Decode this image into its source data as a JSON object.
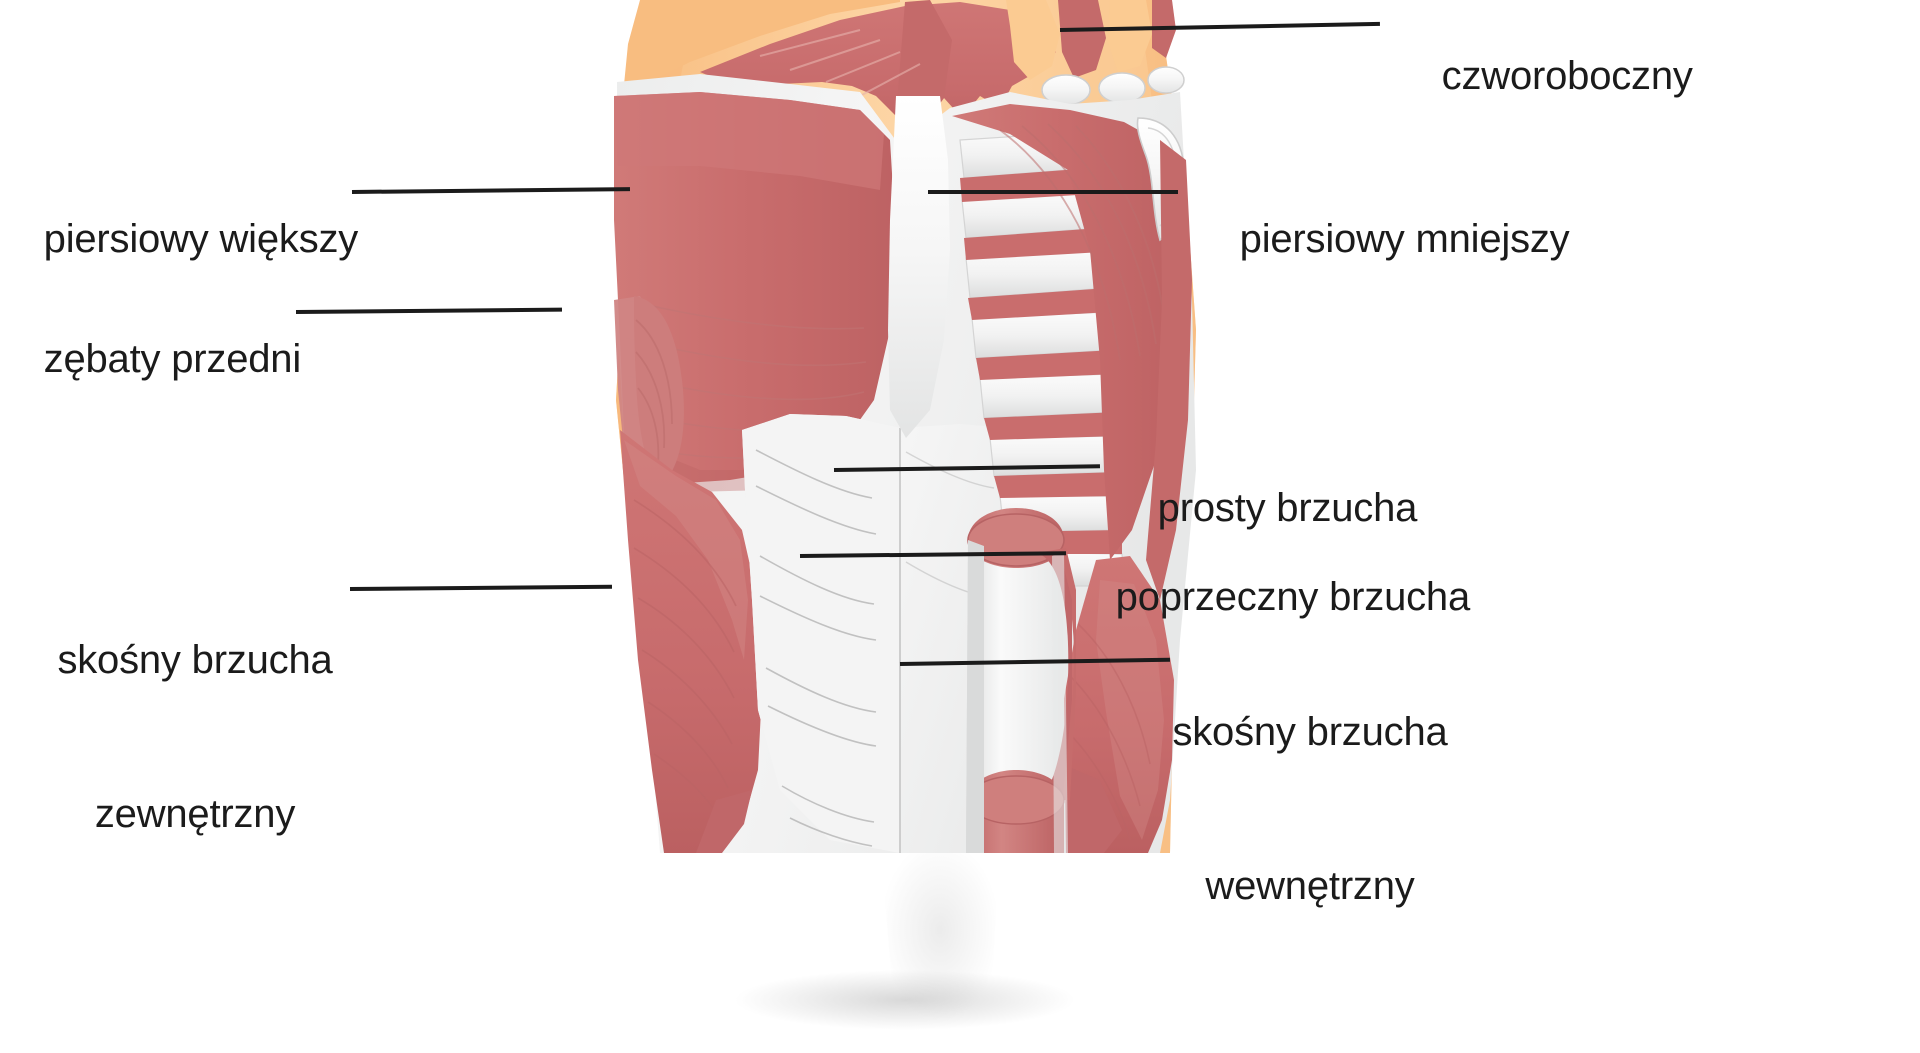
{
  "diagram": {
    "title": "Mięśnie tułowia — widok przedni",
    "language": "pl",
    "background_color": "#ffffff",
    "colors": {
      "muscle": "#c96d6d",
      "muscle_dark": "#b85f60",
      "muscle_light": "#d98a87",
      "skin": "#fbcb92",
      "skin_light": "#fddcb2",
      "skin_edge": "#f7b87a",
      "aponeurosis": "#f1f1f1",
      "bone": "#f4f4f4",
      "bone_shade": "#e2e2e2",
      "outline": "#9a9a9a",
      "leader_line": "#1b1b1b",
      "label_text": "#1b1b1b"
    }
  },
  "labels": [
    {
      "id": "trapezius",
      "name": "czworoboczny",
      "text": "czworoboczny",
      "side": "right",
      "lines": [
        "czworoboczny"
      ]
    },
    {
      "id": "pectoralis-major",
      "name": "piersiowy-wiekszy",
      "text": "piersiowy większy",
      "side": "left",
      "lines": [
        "piersiowy większy"
      ]
    },
    {
      "id": "pectoralis-minor",
      "name": "piersiowy-mniejszy",
      "text": "piersiowy mniejszy",
      "side": "right",
      "lines": [
        "piersiowy mniejszy"
      ]
    },
    {
      "id": "serratus-anterior",
      "name": "zebaty-przedni",
      "text": "zębaty przedni",
      "side": "left",
      "lines": [
        "zębaty przedni"
      ]
    },
    {
      "id": "rectus-abdominis",
      "name": "prosty-brzucha",
      "text": "prosty brzucha",
      "side": "right",
      "lines": [
        "prosty brzucha"
      ]
    },
    {
      "id": "transversus-abdominis",
      "name": "poprzeczny-brzucha",
      "text": "poprzeczny brzucha",
      "side": "right",
      "lines": [
        "poprzeczny brzucha"
      ]
    },
    {
      "id": "obliquus-externus",
      "name": "skosny-brzucha-zewnetrzny",
      "text": "skośny brzucha zewnętrzny",
      "side": "left",
      "lines": [
        "skośny brzucha",
        "zewnętrzny"
      ]
    },
    {
      "id": "obliquus-internus",
      "name": "skosny-brzucha-wewnetrzny",
      "text": "skośny brzucha wewnętrzny",
      "side": "right",
      "lines": [
        "skośny brzucha",
        "wewnętrzny"
      ]
    }
  ],
  "label_lines": {
    "trapezius_l1": "czworoboczny",
    "pect_major_l1": "piersiowy większy",
    "pect_minor_l1": "piersiowy mniejszy",
    "serratus_l1": "zębaty przedni",
    "rectus_l1": "prosty brzucha",
    "transversus_l1": "poprzeczny brzucha",
    "obl_ext_l1": "skośny brzucha",
    "obl_ext_l2": "zewnętrzny",
    "obl_int_l1": "skośny brzucha",
    "obl_int_l2": "wewnętrzny"
  }
}
